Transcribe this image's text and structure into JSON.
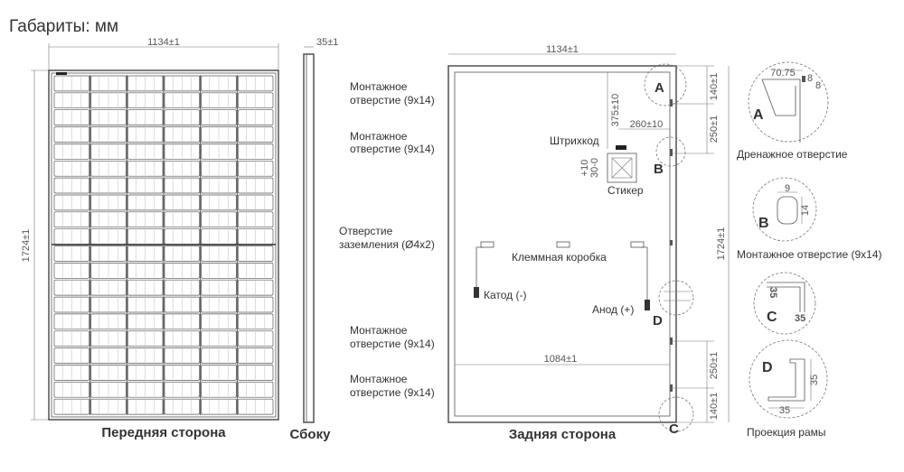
{
  "title": "Габариты: мм",
  "front": {
    "caption": "Передняя сторона",
    "width_dim": "1134±1",
    "height_dim": "1724±1"
  },
  "side": {
    "caption": "Сбоку",
    "depth_dim": "35±1"
  },
  "back": {
    "caption": "Задняя сторона",
    "width_dim": "1134±1",
    "height_dim": "1724±1",
    "inner_width_dim": "1084±1",
    "dim_375": "375±10",
    "dim_260": "260±10",
    "dim_140_top": "140±1",
    "dim_250_top": "250±1",
    "dim_250_bottom": "250±1",
    "dim_140_bottom": "140±1",
    "dim_plus10": "+10",
    "dim_30": "30-0",
    "labels": {
      "mount1_line1": "Монтажное",
      "mount1_line2": "отверстие (9x14)",
      "mount2_line1": "Монтажное",
      "mount2_line2": "отверстие (9x14)",
      "ground_line1": "Отверстие",
      "ground_line2": "заземления (Ø4x2)",
      "mount3_line1": "Монтажное",
      "mount3_line2": "отверстие (9x14)",
      "mount4_line1": "Монтажное",
      "mount4_line2": "отверстие (9x14)",
      "barcode": "Штрихкод",
      "sticker": "Стикер",
      "junction_box": "Клеммная коробка",
      "cathode": "Катод (-)",
      "anode": "Анод (+)"
    },
    "markers": {
      "a": "A",
      "b": "B",
      "c": "C",
      "d": "D"
    }
  },
  "details": {
    "a": {
      "letter": "A",
      "caption": "Дренажное отверстие",
      "dim1": "70.75",
      "dim2": "8",
      "dim3": "8"
    },
    "b": {
      "letter": "B",
      "caption": "Монтажное отверстие (9x14)",
      "dim_w": "9",
      "dim_h": "14"
    },
    "c": {
      "letter": "C",
      "dim_v": "35",
      "dim_h": "35"
    },
    "d": {
      "letter": "D",
      "caption": "Проекция рамы",
      "dim_v": "35",
      "dim_h": "35"
    }
  }
}
